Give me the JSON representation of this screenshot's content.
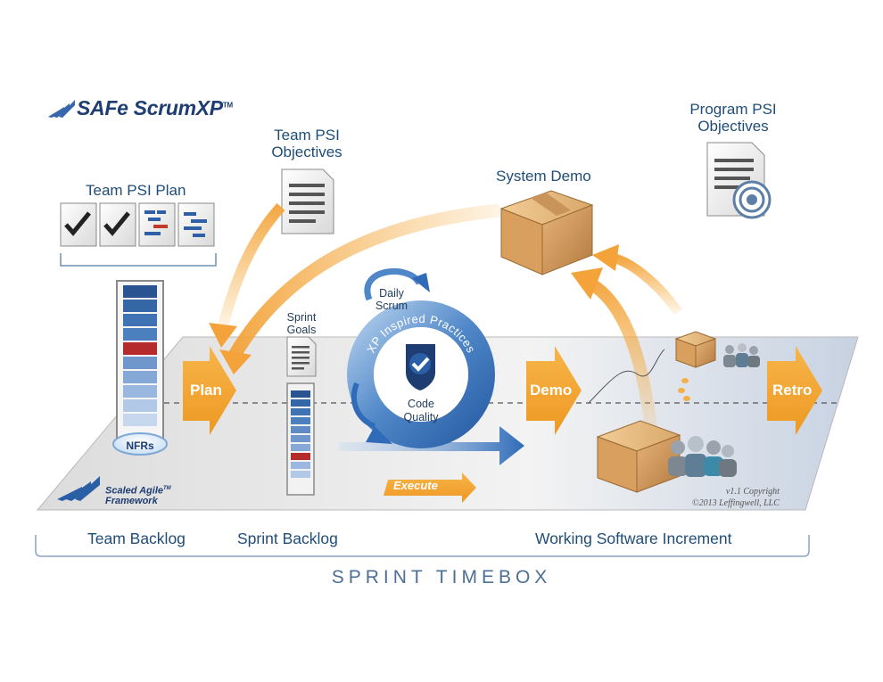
{
  "logo": {
    "text": "SAFe ScrumXP",
    "tm": "TM"
  },
  "labels": {
    "team_psi_plan": "Team PSI Plan",
    "team_psi_objectives_1": "Team PSI",
    "team_psi_objectives_2": "Objectives",
    "system_demo": "System Demo",
    "program_psi_objectives_1": "Program PSI",
    "program_psi_objectives_2": "Objectives",
    "sprint_goals_1": "Sprint",
    "sprint_goals_2": "Goals",
    "daily_scrum_1": "Daily",
    "daily_scrum_2": "Scrum",
    "xp_practices": "XP Inspired Practices",
    "code_quality_1": "Code",
    "code_quality_2": "Quality",
    "nfrs": "NFRs",
    "plan": "Plan",
    "demo": "Demo",
    "retro": "Retro",
    "execute": "Execute"
  },
  "framework_logo": {
    "line1": "Scaled Agile",
    "line2": "Framework",
    "tm": "TM"
  },
  "copyright": {
    "line1": "v1.1 Copyright",
    "line2": "©2013 Leffingwell, LLC"
  },
  "bottom": {
    "team_backlog": "Team Backlog",
    "sprint_backlog": "Sprint Backlog",
    "working_increment": "Working Software Increment",
    "sprint_timebox": "SPRINT TIMEBOX"
  },
  "colors": {
    "accent_orange": "#f3a93a",
    "dark_blue": "#1f4d78",
    "backlog_red": "#b52a2a"
  }
}
